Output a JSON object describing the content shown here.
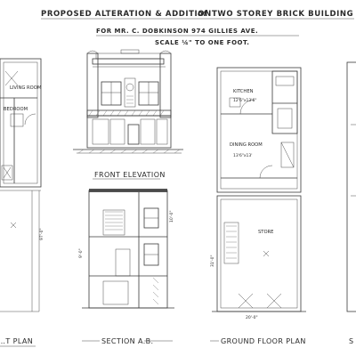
{
  "sheet": {
    "title_line1": "PROPOSED ALTERATION & ADDITION",
    "title_line1_of": "of",
    "title_line1_rest": "TWO STOREY BRICK BUILDING",
    "title_line2": "FOR MR. C. DOBKINSON 974 GILLIES AVE.",
    "title_line3": "SCALE ¼\" TO ONE FOOT."
  },
  "views": {
    "front_elevation": {
      "caption": "FRONT ELEVATION"
    },
    "section_ab": {
      "caption": "SECTION A.B."
    },
    "ground_floor_plan": {
      "caption": "GROUND FLOOR PLAN",
      "rooms": [
        "KITCHEN",
        "DINING ROOM",
        "STORE"
      ],
      "room_dims": [
        "12'6\"x13'6\"",
        "13'6\"x13'"
      ]
    },
    "left_plan": {
      "caption": "…T PLAN",
      "rooms": [
        "LIVING ROOM",
        "BEDROOM"
      ]
    },
    "right_partial": {
      "caption": "S"
    }
  }
}
